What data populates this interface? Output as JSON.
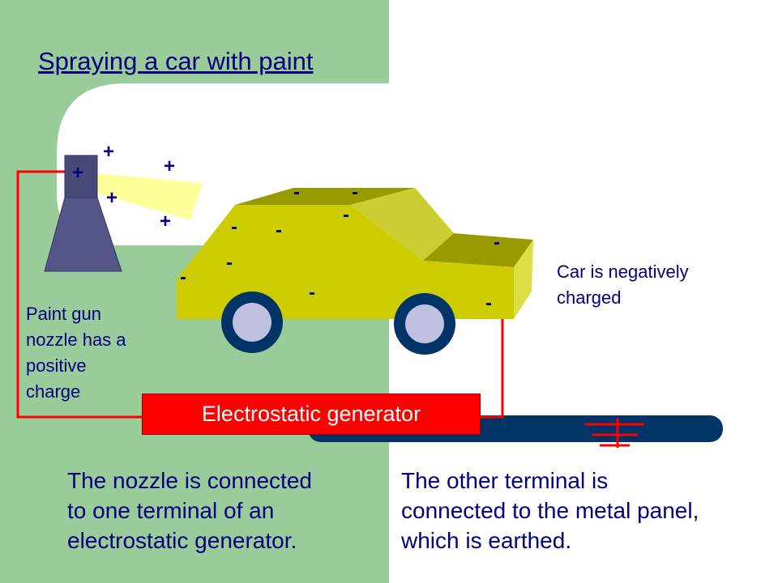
{
  "slide": {
    "title": "Spraying a car with paint",
    "nozzle_label": [
      "Paint gun",
      "nozzle has a",
      "positive",
      "charge"
    ],
    "car_label": [
      "Car is negatively",
      "charged"
    ],
    "generator_label": "Electrostatic generator",
    "bottom_left": [
      "The nozzle is connected",
      "to one terminal of an",
      "electrostatic generator."
    ],
    "bottom_right": [
      "The other terminal is",
      "connected to the metal panel,",
      "which is earthed."
    ],
    "positive_symbol": "+",
    "negative_symbol": "-"
  },
  "colors": {
    "green_panel": "#99cc99",
    "car_body": "#cccc00",
    "car_roof": "#999900",
    "nozzle": "#555588",
    "wire": "#ff0000",
    "panel": "#003366",
    "text": "#000080",
    "spray": "#ffff99"
  }
}
